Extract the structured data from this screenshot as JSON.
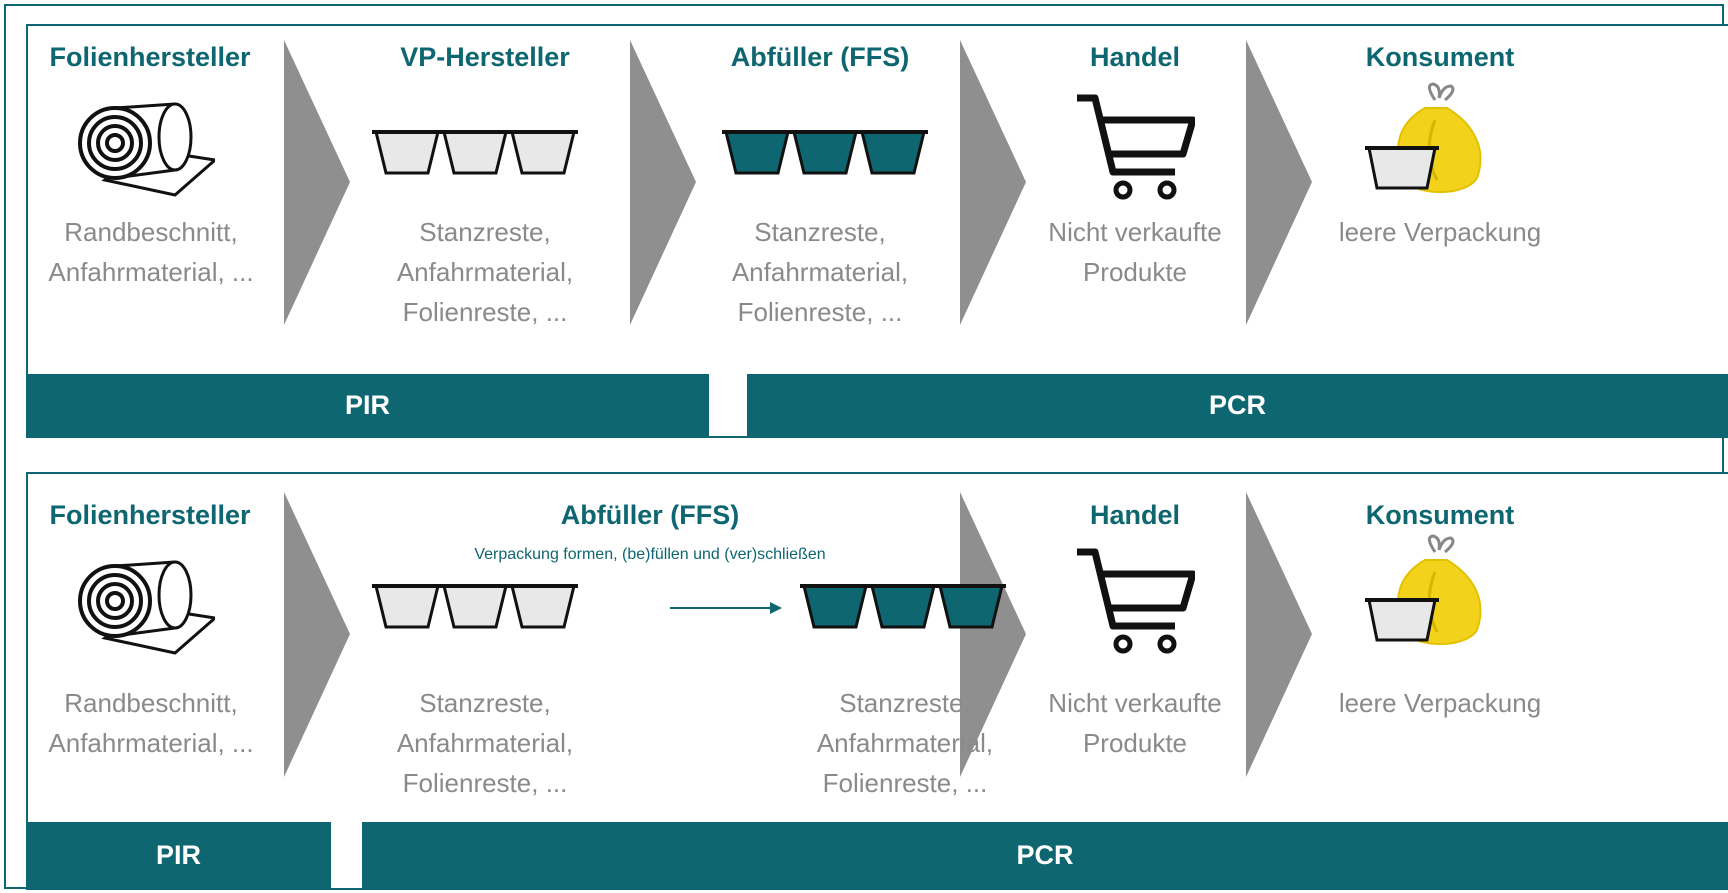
{
  "colors": {
    "teal": "#0e6670",
    "chevron": "#8f8f8f",
    "desc_text": "#8a8a8a",
    "bag": "#f3d21c"
  },
  "row1": {
    "stages": [
      {
        "title": "Folienhersteller",
        "desc1": "Randbeschnitt,",
        "desc2": "Anfahrmaterial, ..."
      },
      {
        "title": "VP-Hersteller",
        "desc1": "Stanzreste,",
        "desc2": "Anfahrmaterial,",
        "desc3": "Folienreste, ..."
      },
      {
        "title": "Abfüller (FFS)",
        "desc1": "Stanzreste,",
        "desc2": "Anfahrmaterial,",
        "desc3": "Folienreste, ..."
      },
      {
        "title": "Handel",
        "desc1": "Nicht verkaufte",
        "desc2": "Produkte"
      },
      {
        "title": "Konsument",
        "desc1": "leere Verpackung"
      }
    ],
    "pir_label": "PIR",
    "pcr_label": "PCR"
  },
  "row2": {
    "stages": [
      {
        "title": "Folienhersteller",
        "desc1": "Randbeschnitt,",
        "desc2": "Anfahrmaterial, ..."
      },
      {
        "title": "Abfüller (FFS)",
        "subtitle": "Verpackung formen, (be)füllen und (ver)schließen",
        "descA1": "Stanzreste,",
        "descA2": "Anfahrmaterial,",
        "descA3": "Folienreste, ...",
        "descB1": "Stanzreste,",
        "descB2": "Anfahrmaterial,",
        "descB3": "Folienreste, ..."
      },
      {
        "title": "Handel",
        "desc1": "Nicht verkaufte",
        "desc2": "Produkte"
      },
      {
        "title": "Konsument",
        "desc1": "leere Verpackung"
      }
    ],
    "pir_label": "PIR",
    "pcr_label": "PCR"
  }
}
